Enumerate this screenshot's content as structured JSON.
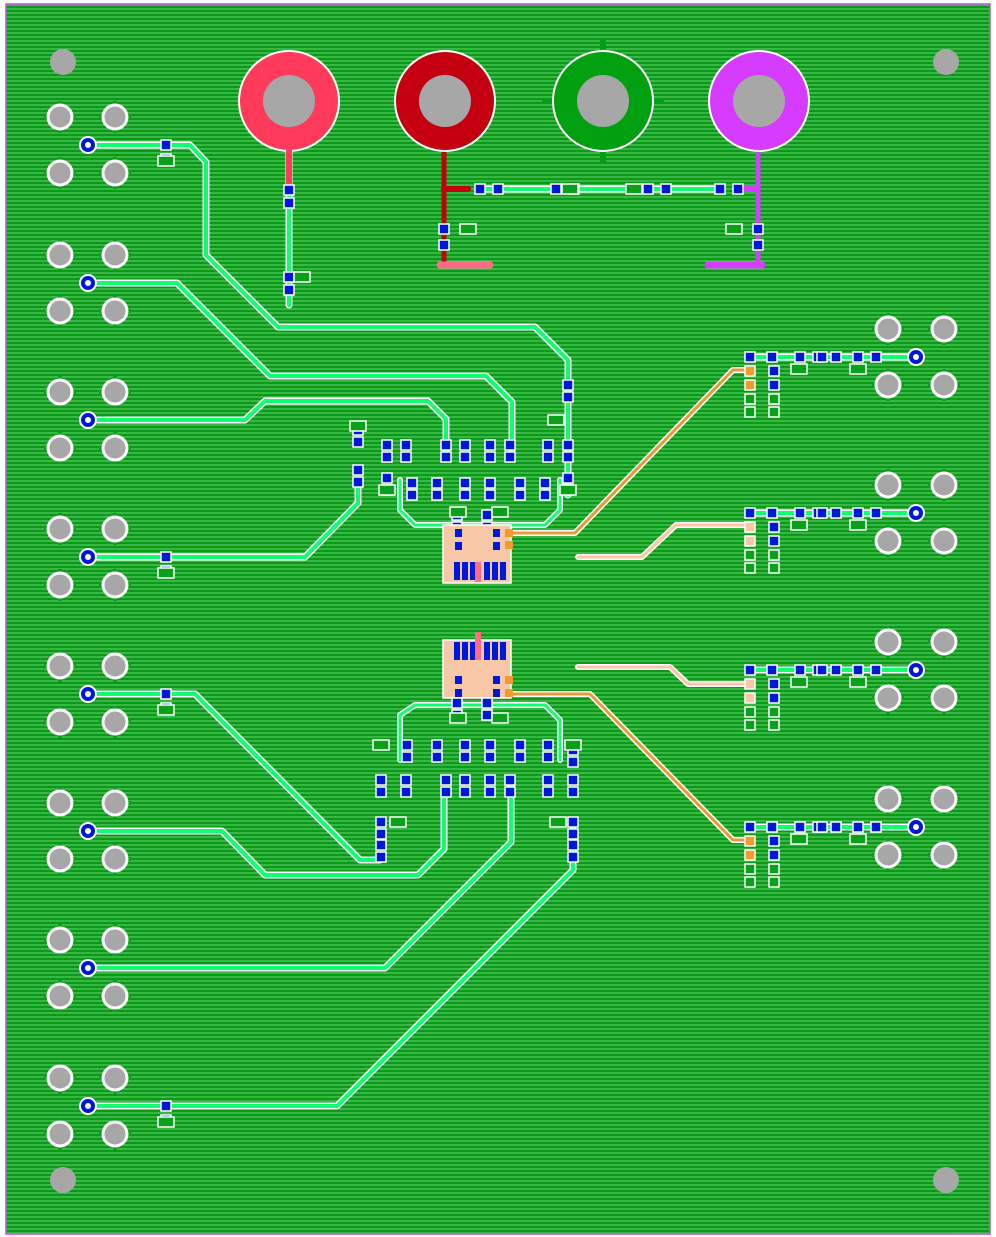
{
  "colors": {
    "board_fill": "#0a9a18",
    "hatch_line": "#7fe38a",
    "trace_main": "#10ff70",
    "trace_outline": "#ffffff",
    "pad_blue": "#0018d8",
    "pad_green": "#0aa01a",
    "pad_orange": "#f39a2e",
    "pad_peach": "#f7c7a8",
    "pad_pink": "#ff6a84",
    "hole_grey": "#a7a7a7",
    "terminal_1": "#ff3a5a",
    "terminal_2": "#c40010",
    "terminal_3": "#00a010",
    "terminal_4": "#d63cff",
    "trace_red": "#c40010",
    "trace_purple": "#d63cff",
    "trace_orange": "#e89a3a",
    "trace_peach": "#f7c7a8"
  },
  "icons": {
    "mounting_hole": "mounting-hole-icon",
    "connector_pad": "connector-pad-icon",
    "via": "via-icon",
    "terminal": "power-terminal-icon"
  },
  "board": {
    "terminals": [
      {
        "id": "t1",
        "color_key": "terminal_1"
      },
      {
        "id": "t2",
        "color_key": "terminal_2"
      },
      {
        "id": "t3",
        "color_key": "terminal_3"
      },
      {
        "id": "t4",
        "color_key": "terminal_4"
      }
    ],
    "left_connector_groups": 8,
    "right_connector_groups": 4,
    "ics": 2
  }
}
